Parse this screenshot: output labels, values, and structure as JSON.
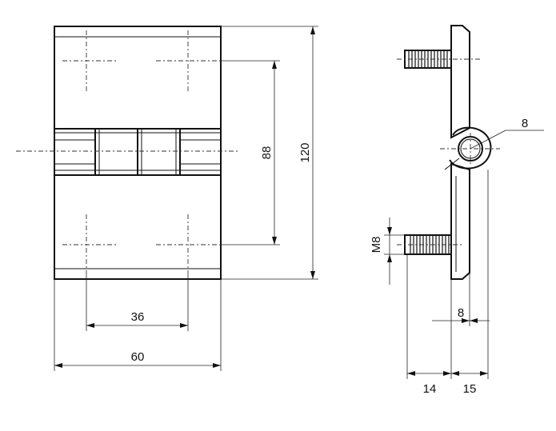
{
  "dimensions": {
    "width_total": "60",
    "hole_spacing_horizontal": "36",
    "hole_spacing_vertical": "88",
    "height_total": "120",
    "pin_diameter": "8",
    "thread": "M8",
    "leaf_thickness": "8",
    "offset_left": "14",
    "offset_right": "15"
  }
}
